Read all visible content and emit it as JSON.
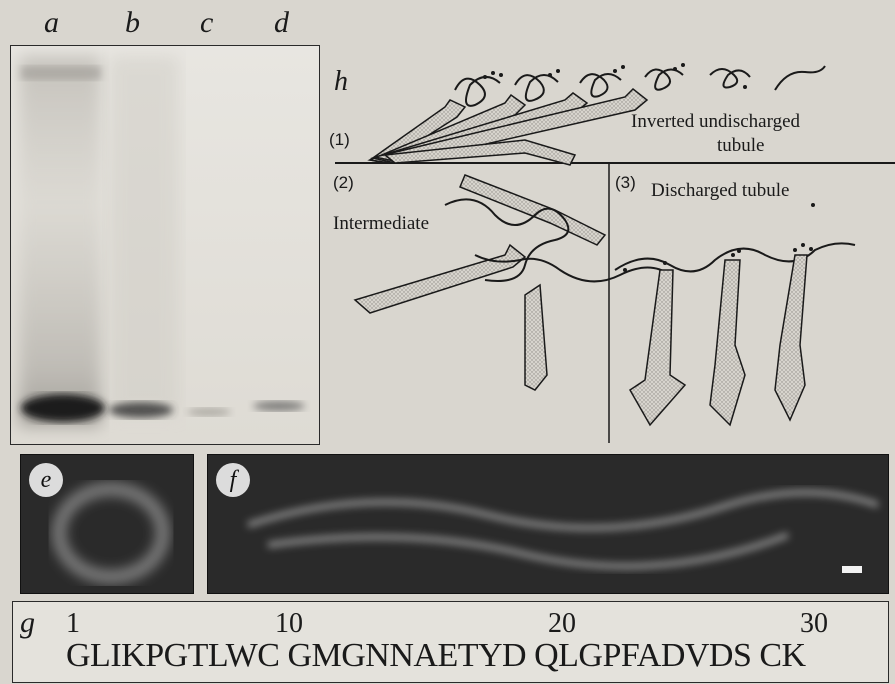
{
  "gel": {
    "lanes": [
      "a",
      "b",
      "c",
      "d"
    ]
  },
  "panel_h": {
    "label": "h",
    "stage1_number": "(1)",
    "stage1_text_line1": "Inverted undischarged",
    "stage1_text_line2": "tubule",
    "stage2_number": "(2)",
    "stage2_text": "Intermediate",
    "stage3_number": "(3)",
    "stage3_text": "Discharged tubule"
  },
  "panel_e": {
    "label": "e"
  },
  "panel_f": {
    "label": "f"
  },
  "panel_g": {
    "label": "g",
    "positions": [
      "1",
      "10",
      "20",
      "30"
    ],
    "sequence": "GLIKPGTLWC GMGNNAETYD QLGPFADVDS CK"
  }
}
